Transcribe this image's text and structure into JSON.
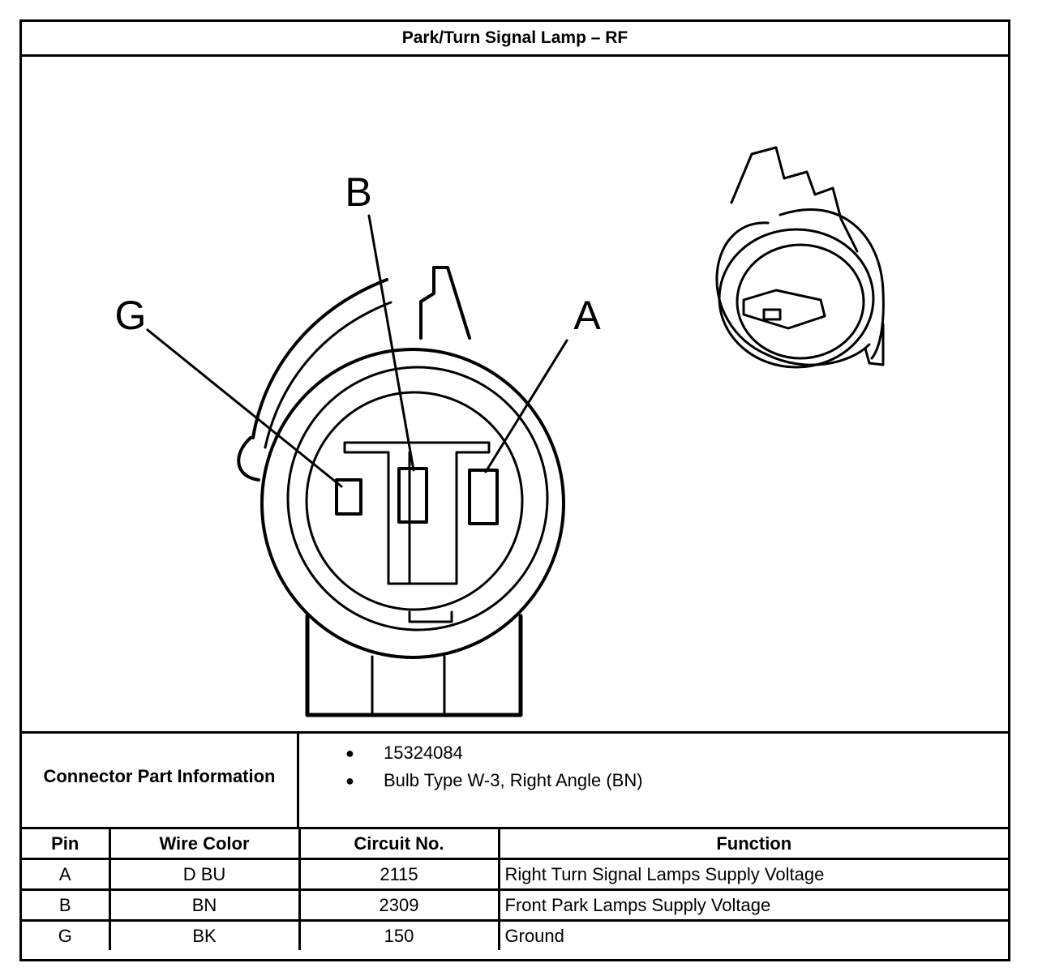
{
  "title": "Park/Turn Signal Lamp – RF",
  "diagram": {
    "callouts": {
      "b": "B",
      "g": "G",
      "a": "A"
    }
  },
  "connector_info": {
    "label": "Connector Part Information",
    "items": [
      "15324084",
      "Bulb Type W-3, Right Angle (BN)"
    ]
  },
  "pin_table": {
    "headers": [
      "Pin",
      "Wire Color",
      "Circuit No.",
      "Function"
    ],
    "rows": [
      [
        "A",
        "D BU",
        "2115",
        "Right Turn Signal Lamps Supply Voltage"
      ],
      [
        "B",
        "BN",
        "2309",
        "Front Park Lamps Supply Voltage"
      ],
      [
        "G",
        "BK",
        "150",
        "Ground"
      ]
    ]
  }
}
